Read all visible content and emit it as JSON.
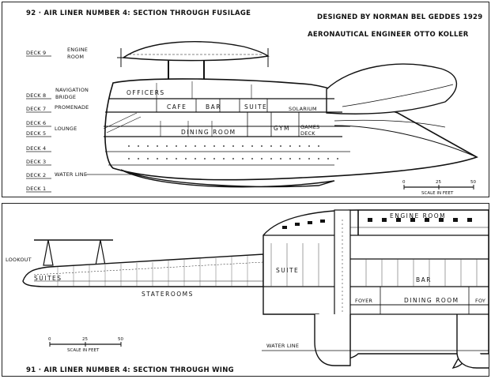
{
  "top": {
    "caption": "92 · AIR LINER NUMBER 4: SECTION THROUGH FUSILAGE",
    "credit_line1": "DESIGNED BY NORMAN BEL GEDDES 1929",
    "credit_line2": "AERONAUTICAL ENGINEER OTTO KOLLER",
    "decks": [
      "DECK 9",
      "DECK 8",
      "DECK 7",
      "DECK 6",
      "DECK 5",
      "DECK 4",
      "DECK 3",
      "DECK 2",
      "DECK 1"
    ],
    "deck_labels": {
      "engine_room_1": "ENGINE",
      "engine_room_2": "ROOM",
      "navigation_1": "NAVIGATION",
      "navigation_2": "BRIDGE",
      "promenade": "PROMENADE",
      "lounge": "LOUNGE",
      "water_line": "WATER LINE"
    },
    "rooms": {
      "officers": "OFFICERS",
      "cafe": "CAFE",
      "bar": "BAR",
      "suite": "SUITE",
      "solarium": "SOLARIUM",
      "gym": "GYM",
      "games_deck_1": "GAMES",
      "games_deck_2": "DECK",
      "dining_room": "DINING  ROOM"
    },
    "scale": {
      "ticks": [
        "0",
        "25",
        "50"
      ],
      "label": "SCALE IN FEET"
    }
  },
  "bottom": {
    "caption": "91 · AIR LINER NUMBER 4: SECTION THROUGH WING",
    "labels": {
      "lookout": "LOOKOUT",
      "suites": "SUITES",
      "staterooms": "STATEROOMS",
      "suite": "SUITE",
      "engine_room": "ENGINE ROOM",
      "bar": "BAR",
      "foyer_left": "FOYER",
      "dining_room": "DINING ROOM",
      "foyer_right": "FOY",
      "water_line": "WATER LINE"
    },
    "scale": {
      "ticks": [
        "0",
        "25",
        "50"
      ],
      "label": "SCALE IN FEET"
    }
  }
}
